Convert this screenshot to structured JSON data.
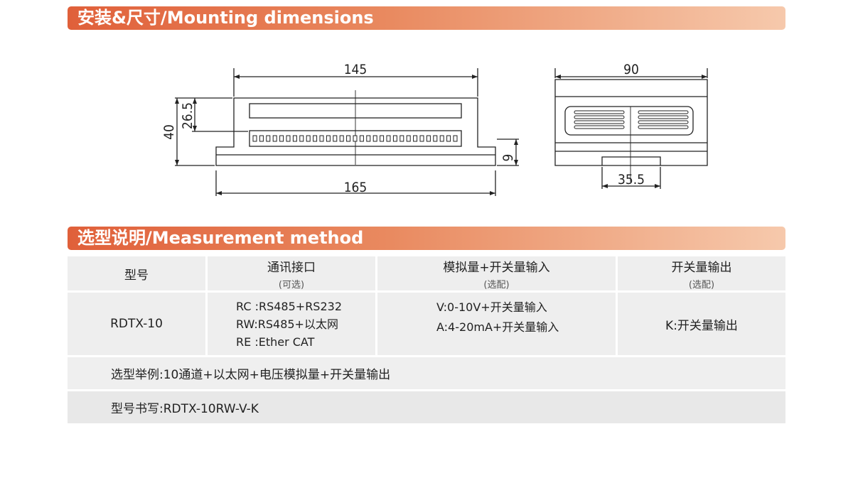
{
  "sections": {
    "mounting_title": "安装&尺寸/Mounting dimensions",
    "method_title": "选型说明/Measurement method"
  },
  "drawing": {
    "dims": {
      "top_width": "145",
      "bottom_width": "165",
      "height": "40",
      "inner_height": "26.5",
      "foot_height": "9",
      "side_width": "90",
      "side_clip": "35.5"
    }
  },
  "table": {
    "headers": [
      {
        "main": "型号",
        "sub": ""
      },
      {
        "main": "通讯接口",
        "sub": "(可选)"
      },
      {
        "main": "模拟量+开关量输入",
        "sub": "(选配)"
      },
      {
        "main": "开关量输出",
        "sub": "(选配)"
      }
    ],
    "row": {
      "model": "RDTX-10",
      "comm": [
        "RC :RS485+RS232",
        "RW:RS485+以太网",
        "RE :Ether CAT"
      ],
      "analog": [
        "V:0-10V+开关量输入",
        "A:4-20mA+开关量输入"
      ],
      "output": "K:开关量输出"
    },
    "example": "选型举例:10通道+以太网+电压模拟量+开关量输出",
    "writing": "型号书写:RDTX-10RW-V-K"
  }
}
